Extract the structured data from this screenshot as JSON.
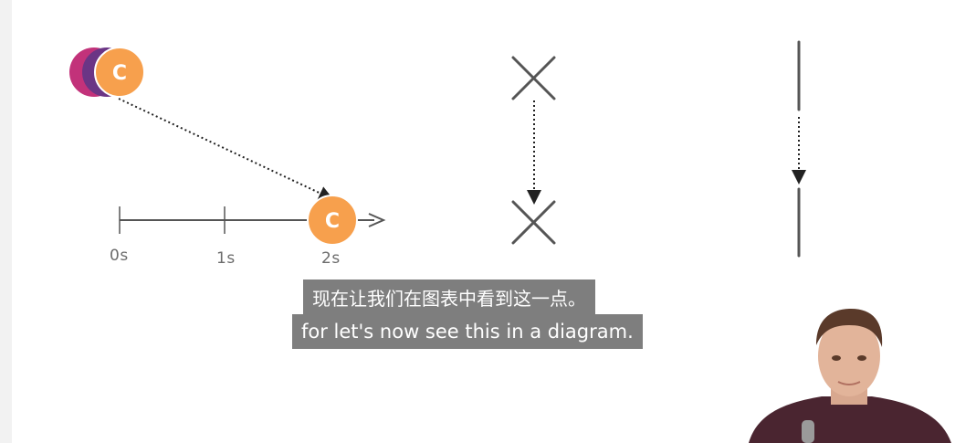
{
  "diagram": {
    "ball_label": "C",
    "timeline_ticks": [
      "0s",
      "1s",
      "2s"
    ],
    "colors": {
      "ball_orange": "#f7a04d",
      "ball_purple": "#6b3585",
      "ball_magenta": "#c2327a",
      "line_gray": "#555555"
    }
  },
  "subtitles": {
    "chinese": "现在让我们在图表中看到这一点。",
    "english": "for let's now see this in a diagram."
  }
}
